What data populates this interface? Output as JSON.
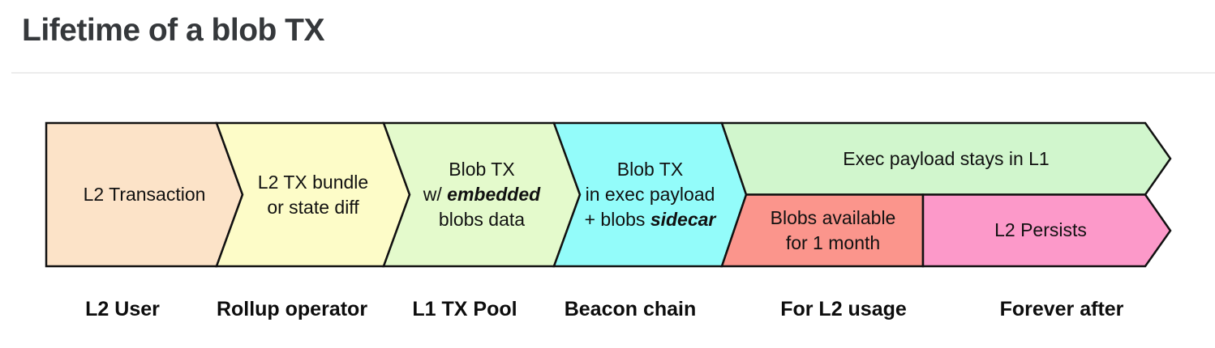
{
  "title": "Lifetime of a blob TX",
  "colors": {
    "border": "#111111",
    "divider": "#ececec",
    "title_text": "#35383b"
  },
  "diagram": {
    "segments": [
      {
        "name": "l2-transaction",
        "fill": "#fce3c8",
        "lines": {
          "l1": "L2 Transaction"
        },
        "caption": "L2 User"
      },
      {
        "name": "l2-tx-bundle",
        "fill": "#fdfcc8",
        "lines": {
          "l1": "L2 TX bundle",
          "l2": "or state diff"
        },
        "caption": "Rollup operator"
      },
      {
        "name": "blob-tx-embedded",
        "fill": "#e4facc",
        "lines": {
          "l1": "Blob TX",
          "l2_prefix": "w/ ",
          "l2_em": "embedded",
          "l3": "blobs data"
        },
        "caption": "L1 TX Pool"
      },
      {
        "name": "blob-tx-exec-payload",
        "fill": "#93fcfa",
        "lines": {
          "l1": "Blob TX",
          "l2": "in exec payload",
          "l3_prefix": "+ blobs ",
          "l3_em": "sidecar"
        },
        "caption": "Beacon chain"
      },
      {
        "name": "exec-payload-stays",
        "fill": "#d1f6cd",
        "lines": {
          "l1": "Exec payload stays in L1"
        }
      },
      {
        "name": "blobs-available",
        "fill": "#fb958c",
        "lines": {
          "l1": "Blobs available",
          "l2": "for 1 month"
        },
        "caption": "For L2 usage"
      },
      {
        "name": "l2-persists",
        "fill": "#fc99c9",
        "lines": {
          "l1": "L2 Persists"
        },
        "caption": "Forever after"
      }
    ]
  }
}
